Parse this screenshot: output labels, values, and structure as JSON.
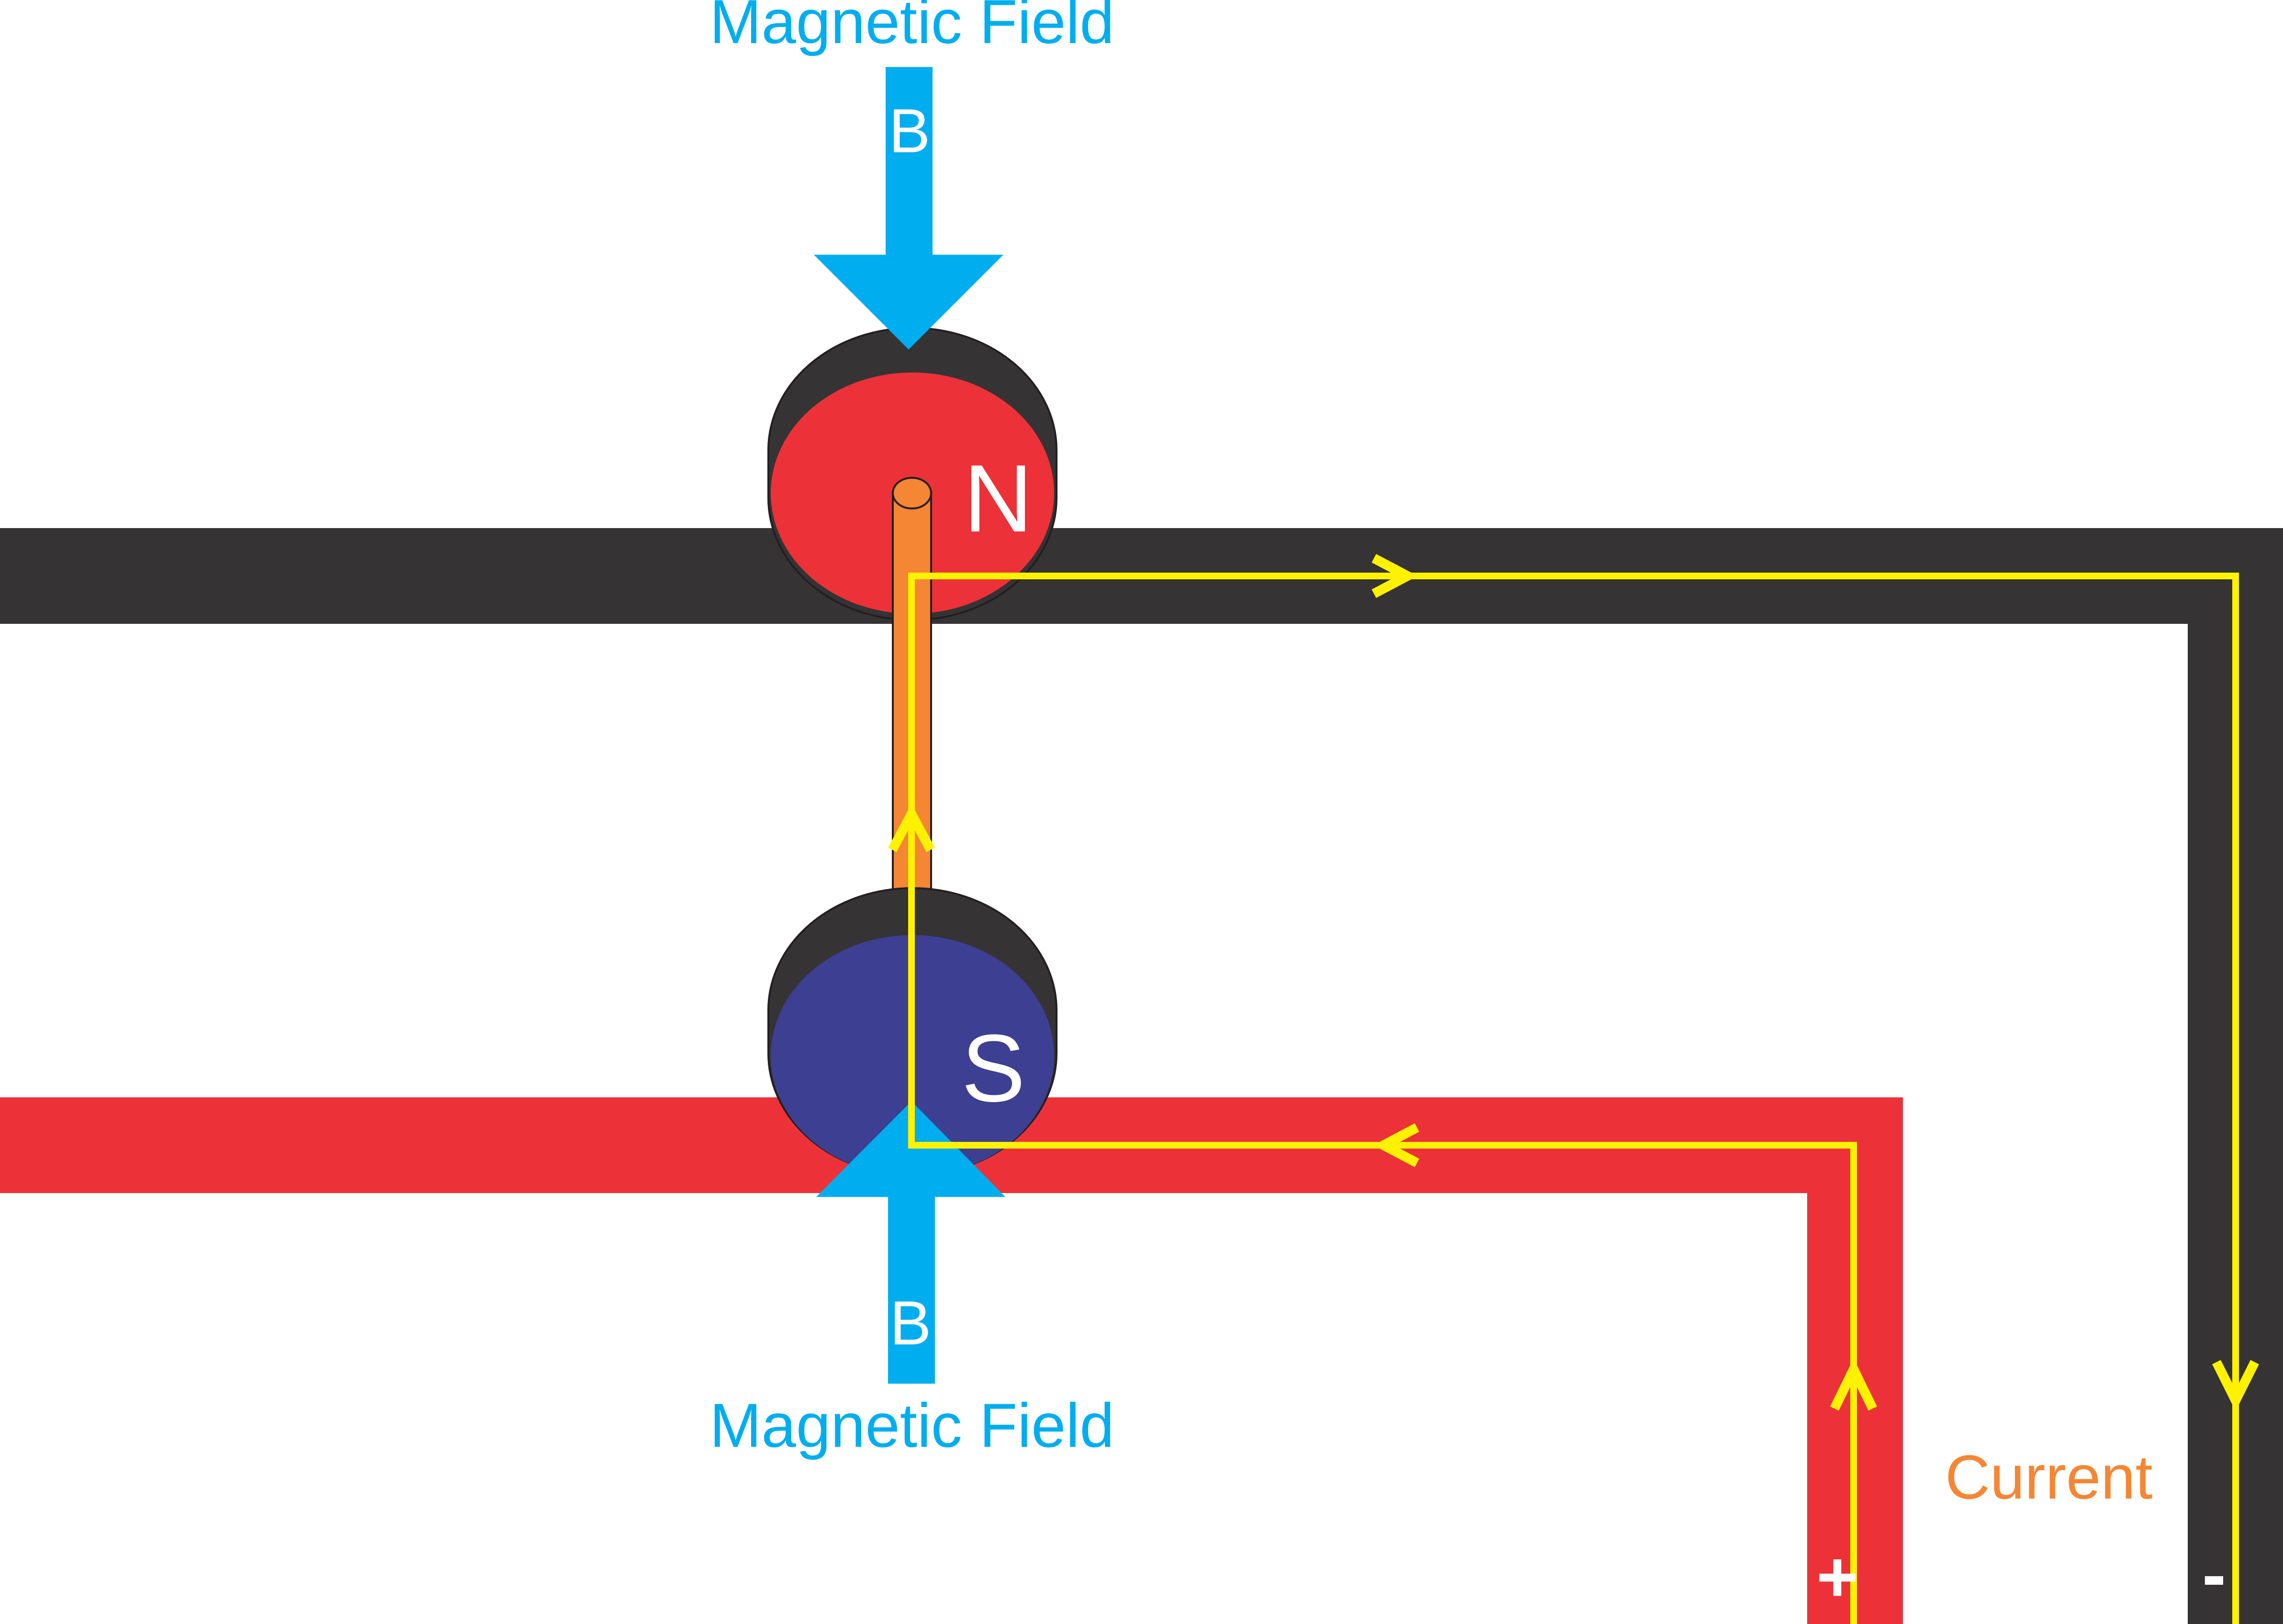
{
  "labels": {
    "field_top": "Magnetic Field",
    "field_bottom": "Magnetic Field",
    "b_top": "B",
    "b_bottom": "B",
    "north": "N",
    "south": "S",
    "current": "Current",
    "plus": "+",
    "minus": "-"
  },
  "colors": {
    "black_rail": "#353334",
    "red_rail": "#ec3238",
    "north_magnet": "#ec3238",
    "south_magnet": "#3d3f92",
    "magnet_rim": "#353334",
    "field_arrow": "#00aeef",
    "axle": "#f58634",
    "current_path": "#fff200",
    "current_label": "#f58634",
    "field_label": "#00aeef",
    "text_on_dark": "#ffffff"
  }
}
